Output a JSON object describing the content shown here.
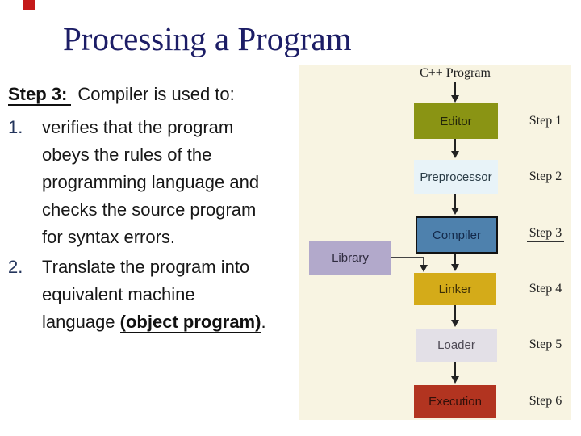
{
  "slide": {
    "title": "Processing a Program",
    "title_color": "#1c1d66",
    "marker_color": "#c41a1a"
  },
  "body": {
    "heading_label": "Step 3:",
    "heading_text": "Compiler is used to:",
    "items": [
      {
        "number": "1.",
        "lines": [
          "verifies that the program",
          "obeys the rules of the",
          "programming language and",
          "checks the source program",
          "for syntax errors."
        ]
      },
      {
        "number": "2.",
        "lines": [
          "Translate the program into",
          "equivalent machine"
        ],
        "last_line_pre": "language ",
        "last_line_emph": "(object program)",
        "last_line_post": "."
      }
    ]
  },
  "diagram": {
    "panel_bg": "#f8f4e2",
    "source_label": "C++ Program",
    "arrow_color": "#222222",
    "boxes": [
      {
        "label": "Editor",
        "step": "Step 1",
        "bg": "#8a9414",
        "fg": "#23260a"
      },
      {
        "label": "Preprocessor",
        "step": "Step 2",
        "bg": "#e8f3f8",
        "fg": "#2b3d47"
      },
      {
        "label": "Compiler",
        "step": "Step 3",
        "bg": "#4e81ad",
        "fg": "#13294a"
      },
      {
        "label": "Library",
        "bg": "#b2a9cb",
        "fg": "#2f2b3f"
      },
      {
        "label": "Linker",
        "step": "Step 4",
        "bg": "#d4ab19",
        "fg": "#3b2d06"
      },
      {
        "label": "Loader",
        "step": "Step 5",
        "bg": "#e3e0e7",
        "fg": "#4d4954"
      },
      {
        "label": "Execution",
        "step": "Step 6",
        "bg": "#b23420",
        "fg": "#33100a"
      }
    ]
  }
}
